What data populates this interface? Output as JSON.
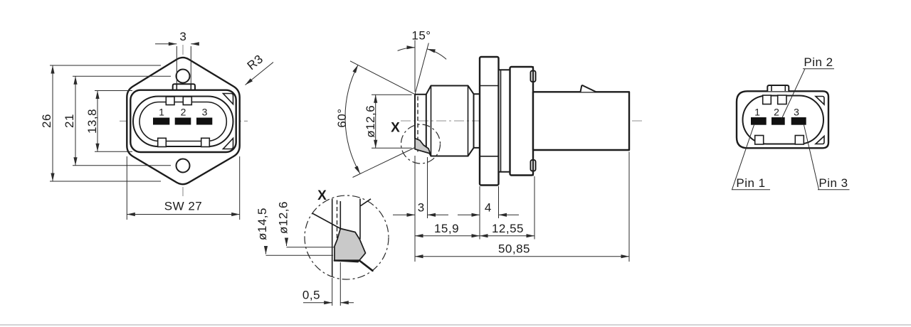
{
  "page": {
    "background": "#ffffff",
    "bottom_divider_color": "#cdcdd1"
  },
  "colors": {
    "line": "#1c1c1c",
    "dimension": "#2b2b2b",
    "centerline": "#8f8f8f",
    "chamfer_fill": "#c9c9c9",
    "pin_fill": "#111111"
  },
  "front_view": {
    "dims": {
      "tab_width": "3",
      "overall_height": "26",
      "hole_spacing": "21",
      "connector_height": "13,8",
      "wrench_size": "SW 27",
      "corner_radius": "R3"
    },
    "pins": [
      "1",
      "2",
      "3"
    ]
  },
  "side_view": {
    "dims": {
      "tip_angle": "15°",
      "cone_angle": "60°",
      "seal_diameter": "ø12,6",
      "tip_length": "3",
      "thread_length": "15,9",
      "flange_width": "4",
      "collar_length": "12,55",
      "overall_length": "50,85"
    },
    "detail_marker": "X"
  },
  "detail_view": {
    "label": "X",
    "dims": {
      "outer_diameter": "ø14,5",
      "inner_diameter": "ø12,6",
      "step_width": "0,5"
    }
  },
  "connector_view": {
    "pins": [
      "1",
      "2",
      "3"
    ],
    "pin_labels": {
      "pin1": "Pin 1",
      "pin2": "Pin 2",
      "pin3": "Pin 3"
    }
  }
}
